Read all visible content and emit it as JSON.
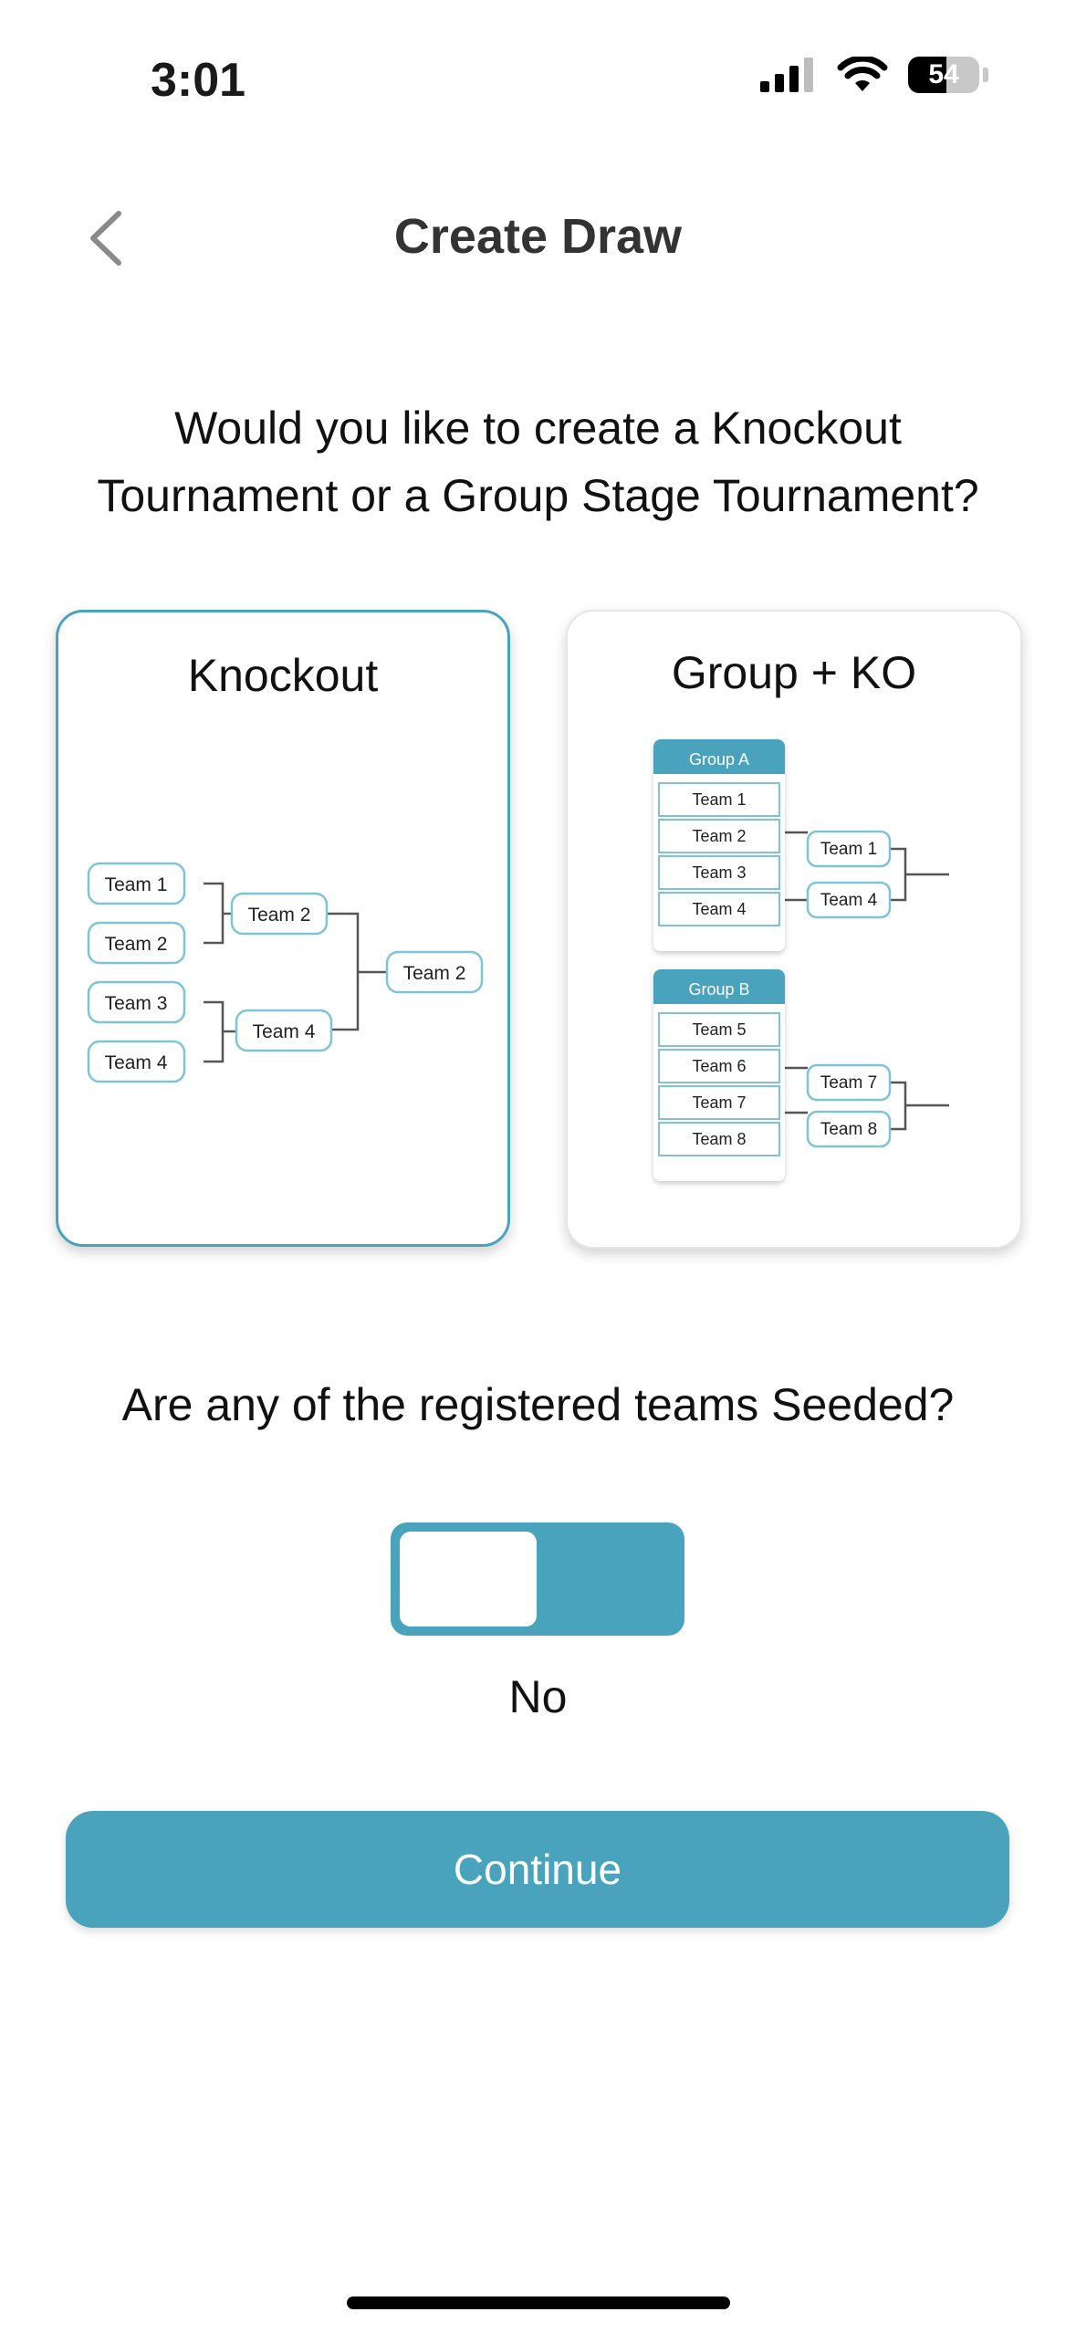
{
  "status_bar": {
    "time": "3:01",
    "battery": "54"
  },
  "header": {
    "title": "Create Draw"
  },
  "question_type": {
    "text": "Would you like to create a Knockout Tournament or a Group Stage Tournament?"
  },
  "options": [
    {
      "title": "Knockout",
      "selected": true,
      "bracket": {
        "round1": [
          "Team 1",
          "Team 2",
          "Team 3",
          "Team 4"
        ],
        "round2": [
          "Team 2",
          "Team 4"
        ],
        "final": [
          "Team 2"
        ]
      }
    },
    {
      "title": "Group + KO",
      "selected": false,
      "groups": [
        {
          "name": "Group A",
          "teams": [
            "Team 1",
            "Team 2",
            "Team 3",
            "Team 4"
          ],
          "advance": [
            "Team 1",
            "Team 4"
          ]
        },
        {
          "name": "Group B",
          "teams": [
            "Team 5",
            "Team 6",
            "Team 7",
            "Team 8"
          ],
          "advance": [
            "Team 7",
            "Team 8"
          ]
        }
      ]
    }
  ],
  "seeded_question": {
    "text": "Are any of the registered teams Seeded?"
  },
  "seeded_toggle": {
    "value": false,
    "label": "No"
  },
  "continue_label": "Continue",
  "colors": {
    "accent": "#4aa3bc",
    "pill_border": "#7fc3d6",
    "line": "#555555"
  },
  "icons": {
    "back": "chevron-left-icon",
    "signal": "cellular-signal-icon",
    "wifi": "wifi-icon",
    "battery": "battery-icon"
  }
}
